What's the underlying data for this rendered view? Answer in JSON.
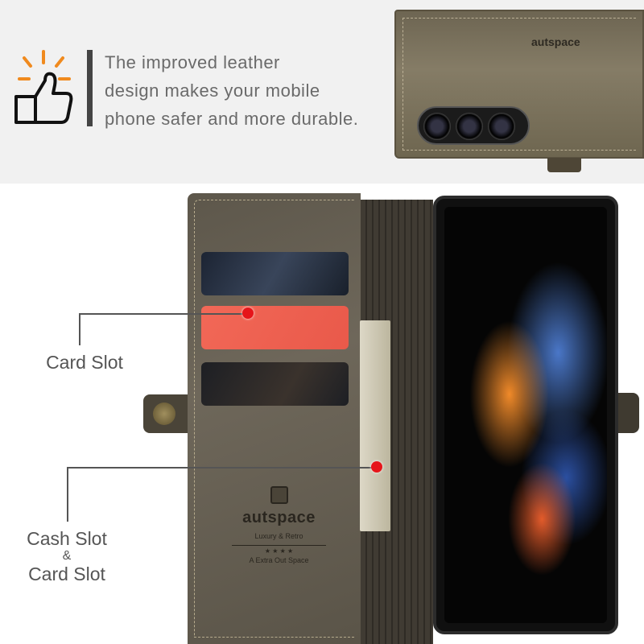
{
  "header": {
    "tagline_lines": [
      "The improved leather",
      "design makes your mobile",
      "phone safer and more durable."
    ],
    "icon": "thumbs-up-icon",
    "accent_color": "#f08a1e"
  },
  "product": {
    "brand": "autspace",
    "slogan": "Luxury & Retro",
    "stars": "★ ★ ★ ★",
    "motto": "A Extra Out Space"
  },
  "callouts": {
    "card_slot": "Card Slot",
    "cash_slot_lines": [
      "Cash Slot",
      "&",
      "Card Slot"
    ],
    "dot_color": "#e6151a"
  }
}
